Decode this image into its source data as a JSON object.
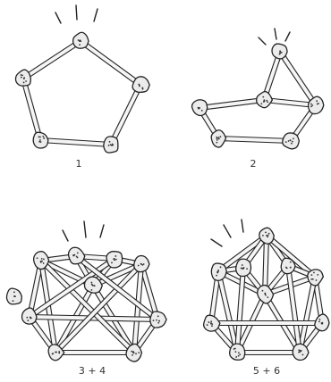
{
  "diagram": {
    "panels": [
      {
        "id": "p1",
        "caption": "1"
      },
      {
        "id": "p2",
        "caption": "2"
      },
      {
        "id": "p3",
        "caption": "3 + 4"
      },
      {
        "id": "p4",
        "caption": "5 + 6"
      }
    ],
    "style": {
      "stroke": "#222222",
      "stick_fill": "#f5f5f5",
      "blob_fill": "#ececec",
      "dot": "#333333"
    }
  }
}
